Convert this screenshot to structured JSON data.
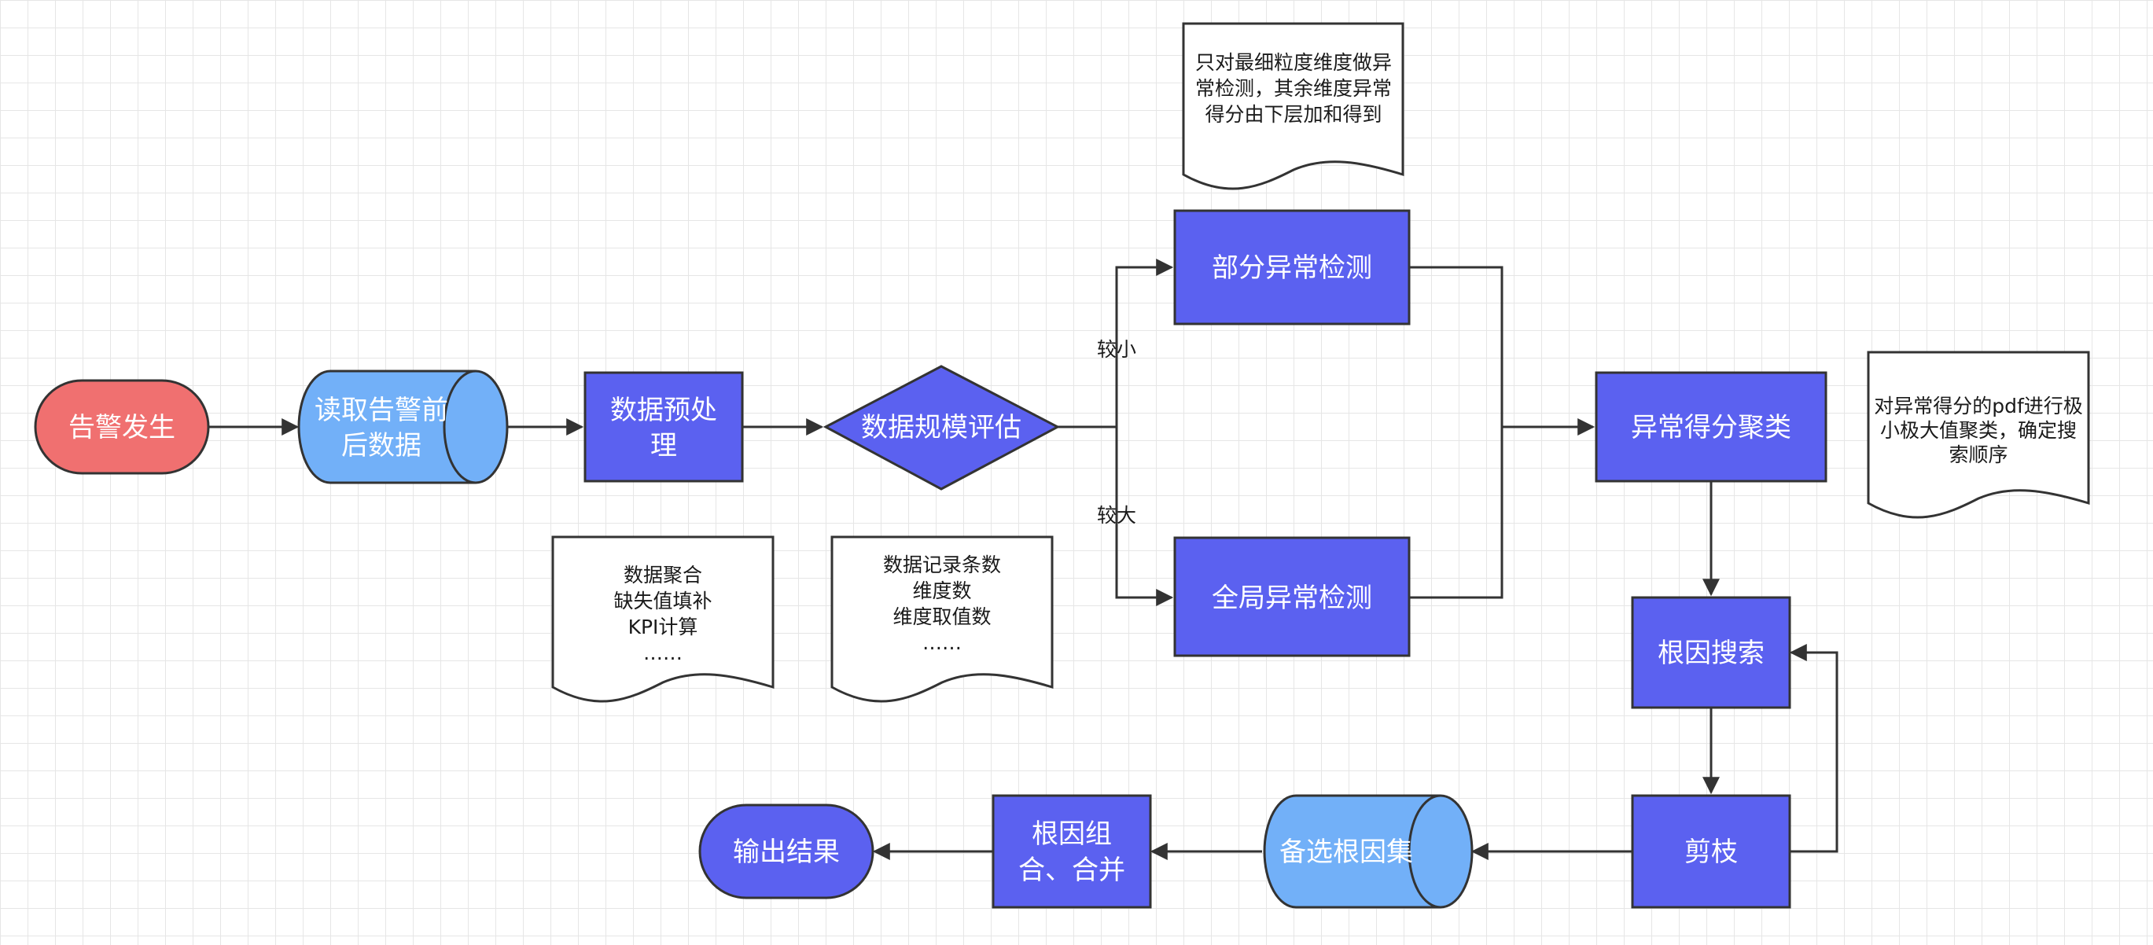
{
  "colors": {
    "process": "#5b61f0",
    "start": "#f07070",
    "storage": "#72b0f8",
    "line": "#333333"
  },
  "nodes": {
    "alarm": "告警发生",
    "read_data": [
      "读取告警前",
      "后数据"
    ],
    "preprocess": [
      "数据预处",
      "理"
    ],
    "scale_eval": "数据规模评估",
    "partial_detect": "部分异常检测",
    "global_detect": "全局异常检测",
    "cluster": "异常得分聚类",
    "root_search": "根因搜索",
    "prune": "剪枝",
    "candidates": "备选根因集",
    "combine": [
      "根因组",
      "合、合并"
    ],
    "output": "输出结果"
  },
  "edge_labels": {
    "smaller": "较小",
    "larger": "较大"
  },
  "notes": {
    "preprocess_note": [
      "数据聚合",
      "缺失值填补",
      "KPI计算",
      "……"
    ],
    "scale_note": [
      "数据记录条数",
      "维度数",
      "维度取值数",
      "……"
    ],
    "partial_note": [
      "只对最细粒度维度做异",
      "常检测，其余维度异常",
      "得分由下层加和得到"
    ],
    "cluster_note": [
      "对异常得分的pdf进行极",
      "小极大值聚类，确定搜",
      "索顺序"
    ]
  }
}
